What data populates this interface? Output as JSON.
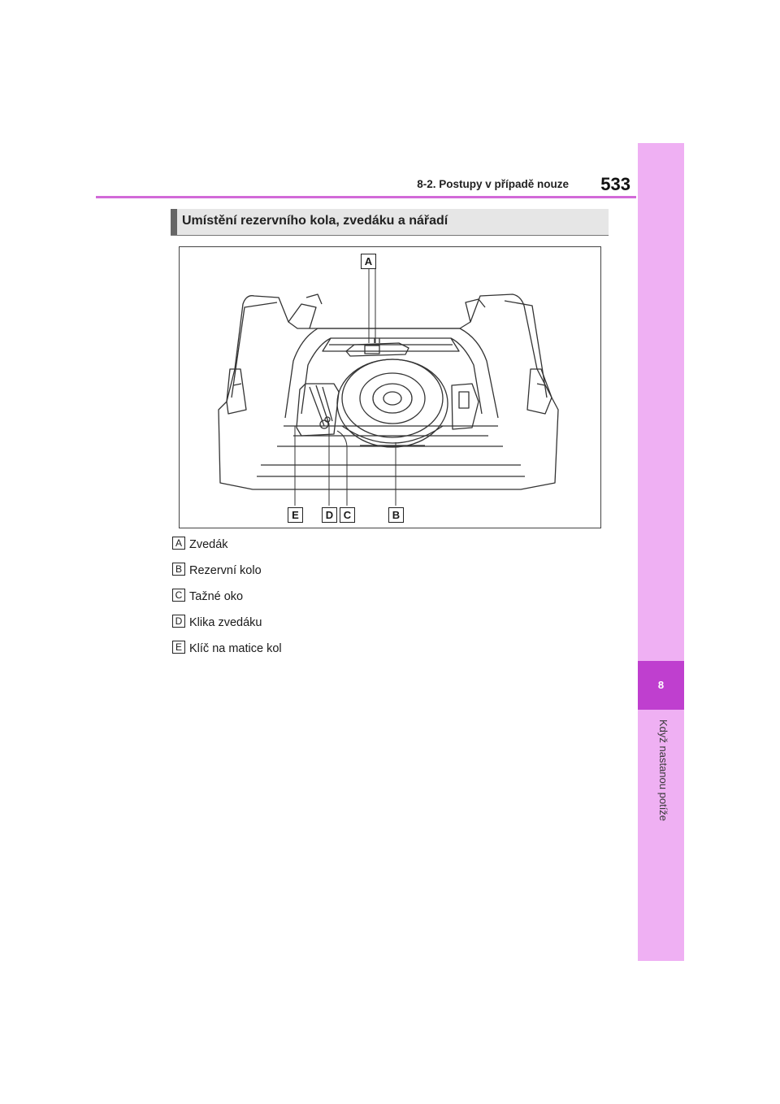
{
  "header": {
    "section_title": "8-2. Postupy v případě nouze",
    "page_number": "533"
  },
  "side_tab": {
    "chapter_number": "8",
    "chapter_title": "Když nastanou potíže"
  },
  "section": {
    "title": "Umístění rezervního kola, zvedáku a nářadí"
  },
  "figure": {
    "labels": [
      "A",
      "B",
      "C",
      "D",
      "E"
    ]
  },
  "legend": [
    {
      "tag": "A",
      "text": "Zvedák"
    },
    {
      "tag": "B",
      "text": "Rezervní kolo"
    },
    {
      "tag": "C",
      "text": "Tažné oko"
    },
    {
      "tag": "D",
      "text": "Klika zvedáku"
    },
    {
      "tag": "E",
      "text": "Klíč na matice kol"
    }
  ],
  "colors": {
    "accent_light": "#efb0f3",
    "accent_dark": "#bf3fcf",
    "header_line": "#d26ad8",
    "section_bar": "#e6e6e6"
  }
}
